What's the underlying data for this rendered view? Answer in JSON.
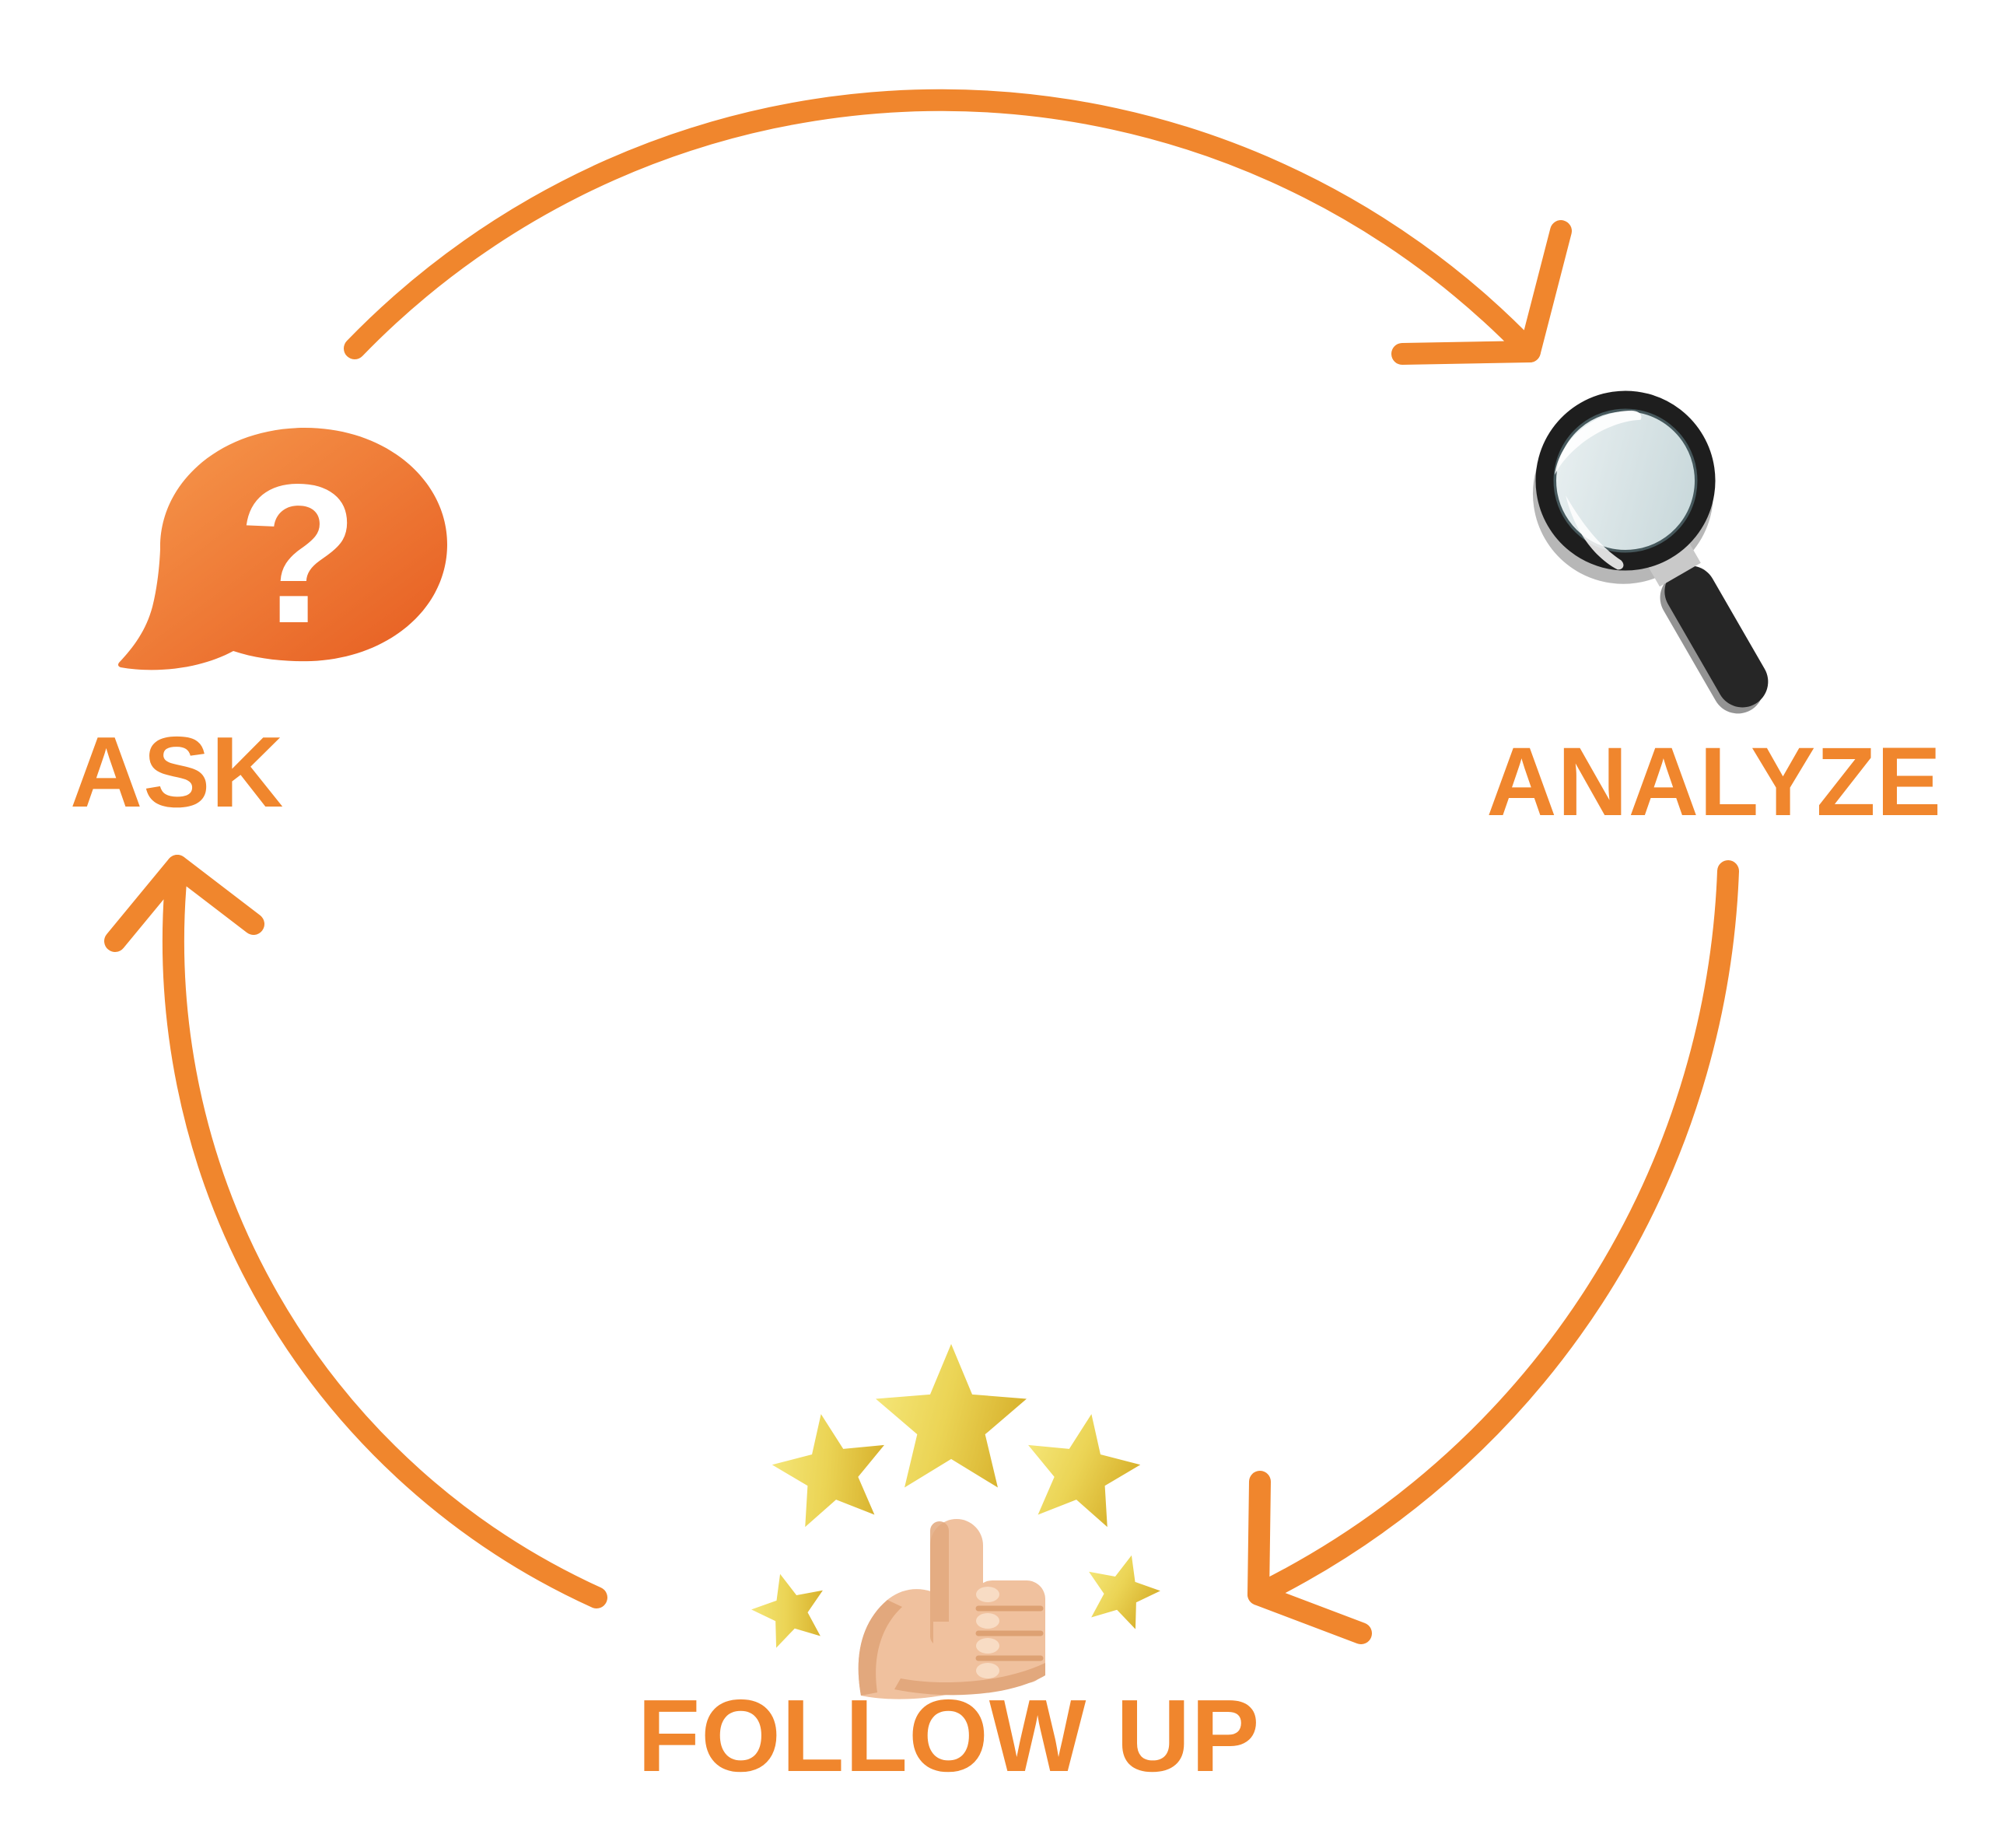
{
  "diagram": {
    "type": "cycle",
    "background": "#FFFFFF",
    "steps": [
      {
        "label": "ASK",
        "icon": "question-speech-bubble-icon"
      },
      {
        "label": "ANALYZE",
        "icon": "magnifying-glass-icon"
      },
      {
        "label": "FOLLOW UP",
        "icon": "thumbs-up-five-stars-icon"
      }
    ],
    "ask_bubble_glyph": "?",
    "follow_up_star_count": 5,
    "arrows": [
      {
        "from": "ASK",
        "to": "ANALYZE"
      },
      {
        "from": "ANALYZE",
        "to": "FOLLOW UP"
      },
      {
        "from": "FOLLOW UP",
        "to": "ASK"
      }
    ],
    "colors": {
      "arrow_orange": "#F0862D",
      "label_orange": "#F0862D",
      "bubble_gradient_start": "#F79A4E",
      "bubble_gradient_end": "#E65C20",
      "star_gold_light": "#F6E97E",
      "star_gold_dark": "#D9B430",
      "hand_skin": "#F0C19E",
      "hand_skin_shade": "#E2A87D",
      "hand_nail_light": "#F8DCC4",
      "magnifier_black": "#242424",
      "magnifier_collar_grey": "#C9C9C9"
    }
  }
}
